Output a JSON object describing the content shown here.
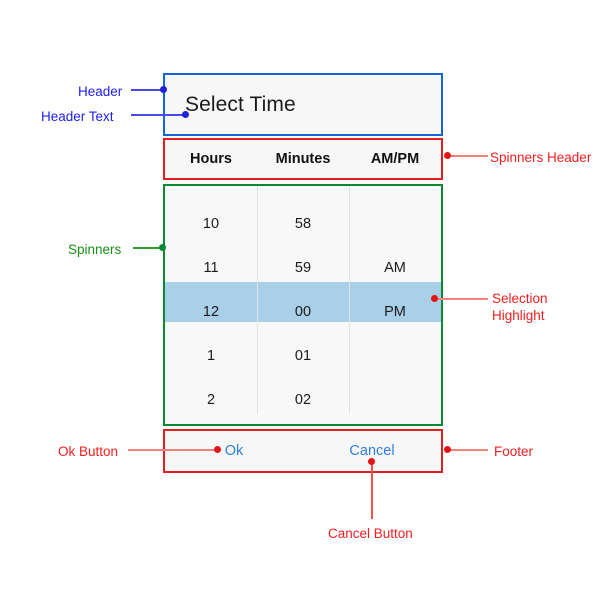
{
  "picker": {
    "header": {
      "title": "Select Time"
    },
    "spinners_header": {
      "columns": [
        "Hours",
        "Minutes",
        "AM/PM"
      ]
    },
    "spinners": {
      "hours": [
        "10",
        "11",
        "12",
        "1",
        "2"
      ],
      "minutes": [
        "58",
        "59",
        "00",
        "01",
        "02"
      ],
      "ampm": [
        "",
        "AM",
        "PM",
        "",
        ""
      ],
      "selected": {
        "hour": "12",
        "minute": "00",
        "ampm": "PM"
      },
      "selection_highlight_color": "#a9cfe9"
    },
    "footer": {
      "ok_label": "Ok",
      "cancel_label": "Cancel",
      "link_color": "#2f7fe0"
    }
  },
  "annotations": {
    "header": "Header",
    "header_text": "Header Text",
    "spinners_header": "Spinners Header",
    "spinners": "Spinners",
    "selection_highlight_line1": "Selection",
    "selection_highlight_line2": "Highlight",
    "ok_button": "Ok Button",
    "cancel_button": "Cancel Button",
    "footer": "Footer",
    "colors": {
      "blue": "#2020ee",
      "red": "#f22020",
      "green": "#169016"
    }
  }
}
